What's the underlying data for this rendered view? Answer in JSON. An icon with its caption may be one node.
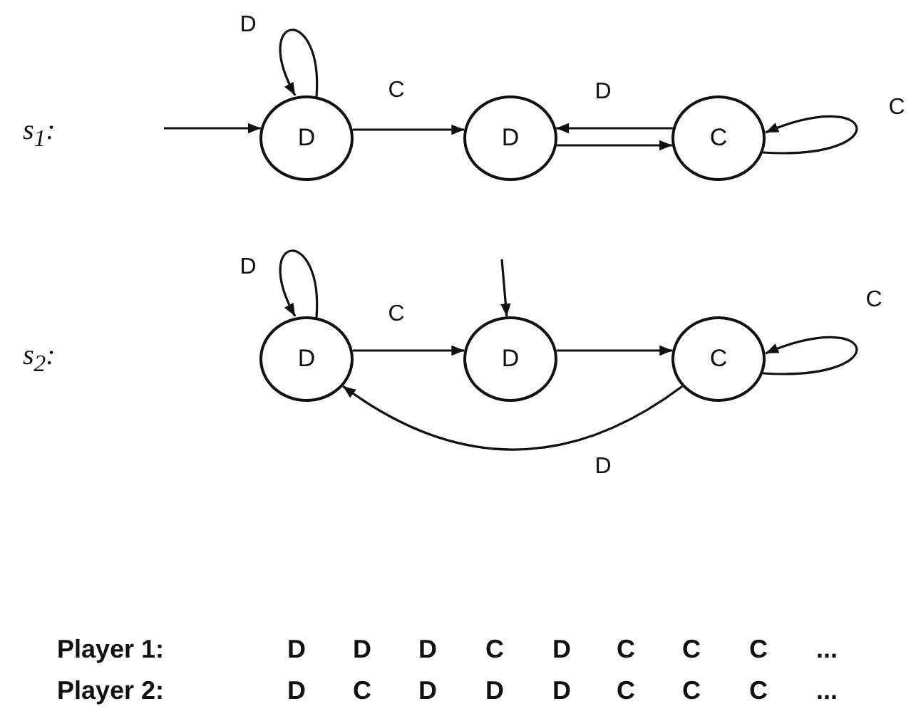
{
  "diagram": {
    "nodes": [
      {
        "text": [
          "D"
        ]
      },
      {
        "text": [
          "D"
        ]
      },
      {
        "text": [
          "C"
        ]
      },
      {
        "text": [
          "D"
        ]
      },
      {
        "text": [
          "D"
        ]
      },
      {
        "text": [
          "C"
        ]
      }
    ],
    "edges": [
      {
        "from": null,
        "to": 0,
        "arrow": "to"
      },
      {
        "from": 0,
        "to": 0,
        "arrow": "to",
        "label": "D"
      },
      {
        "from": 0,
        "to": 1,
        "arrow": "to",
        "label": "C"
      },
      {
        "from": 2,
        "to": 1,
        "arrow": "to",
        "label": "D"
      },
      {
        "from": 1,
        "to": 2,
        "arrow": "to"
      },
      {
        "from": 2,
        "to": 2,
        "arrow": "to",
        "label": "C"
      },
      {
        "from": 3,
        "to": 3,
        "arrow": "to",
        "label": "D"
      },
      {
        "from": 3,
        "to": 4,
        "arrow": "to",
        "label": "C"
      },
      {
        "from": null,
        "to": 4,
        "arrow": "to"
      },
      {
        "from": 4,
        "to": 5,
        "arrow": "to"
      },
      {
        "from": 5,
        "to": 5,
        "arrow": "to",
        "label": "C"
      },
      {
        "from": 5,
        "to": 3,
        "arrow": "to",
        "label": "D"
      }
    ],
    "labels": [
      "s$_{1}$:",
      "s$_{2}$:",
      "Player 1:",
      "D",
      "D",
      "D",
      "C",
      "D",
      "C",
      "C",
      "C",
      "...",
      "Player 2:",
      "D",
      "C",
      "D",
      "D",
      "D",
      "C",
      "C",
      "C",
      "..."
    ]
  }
}
